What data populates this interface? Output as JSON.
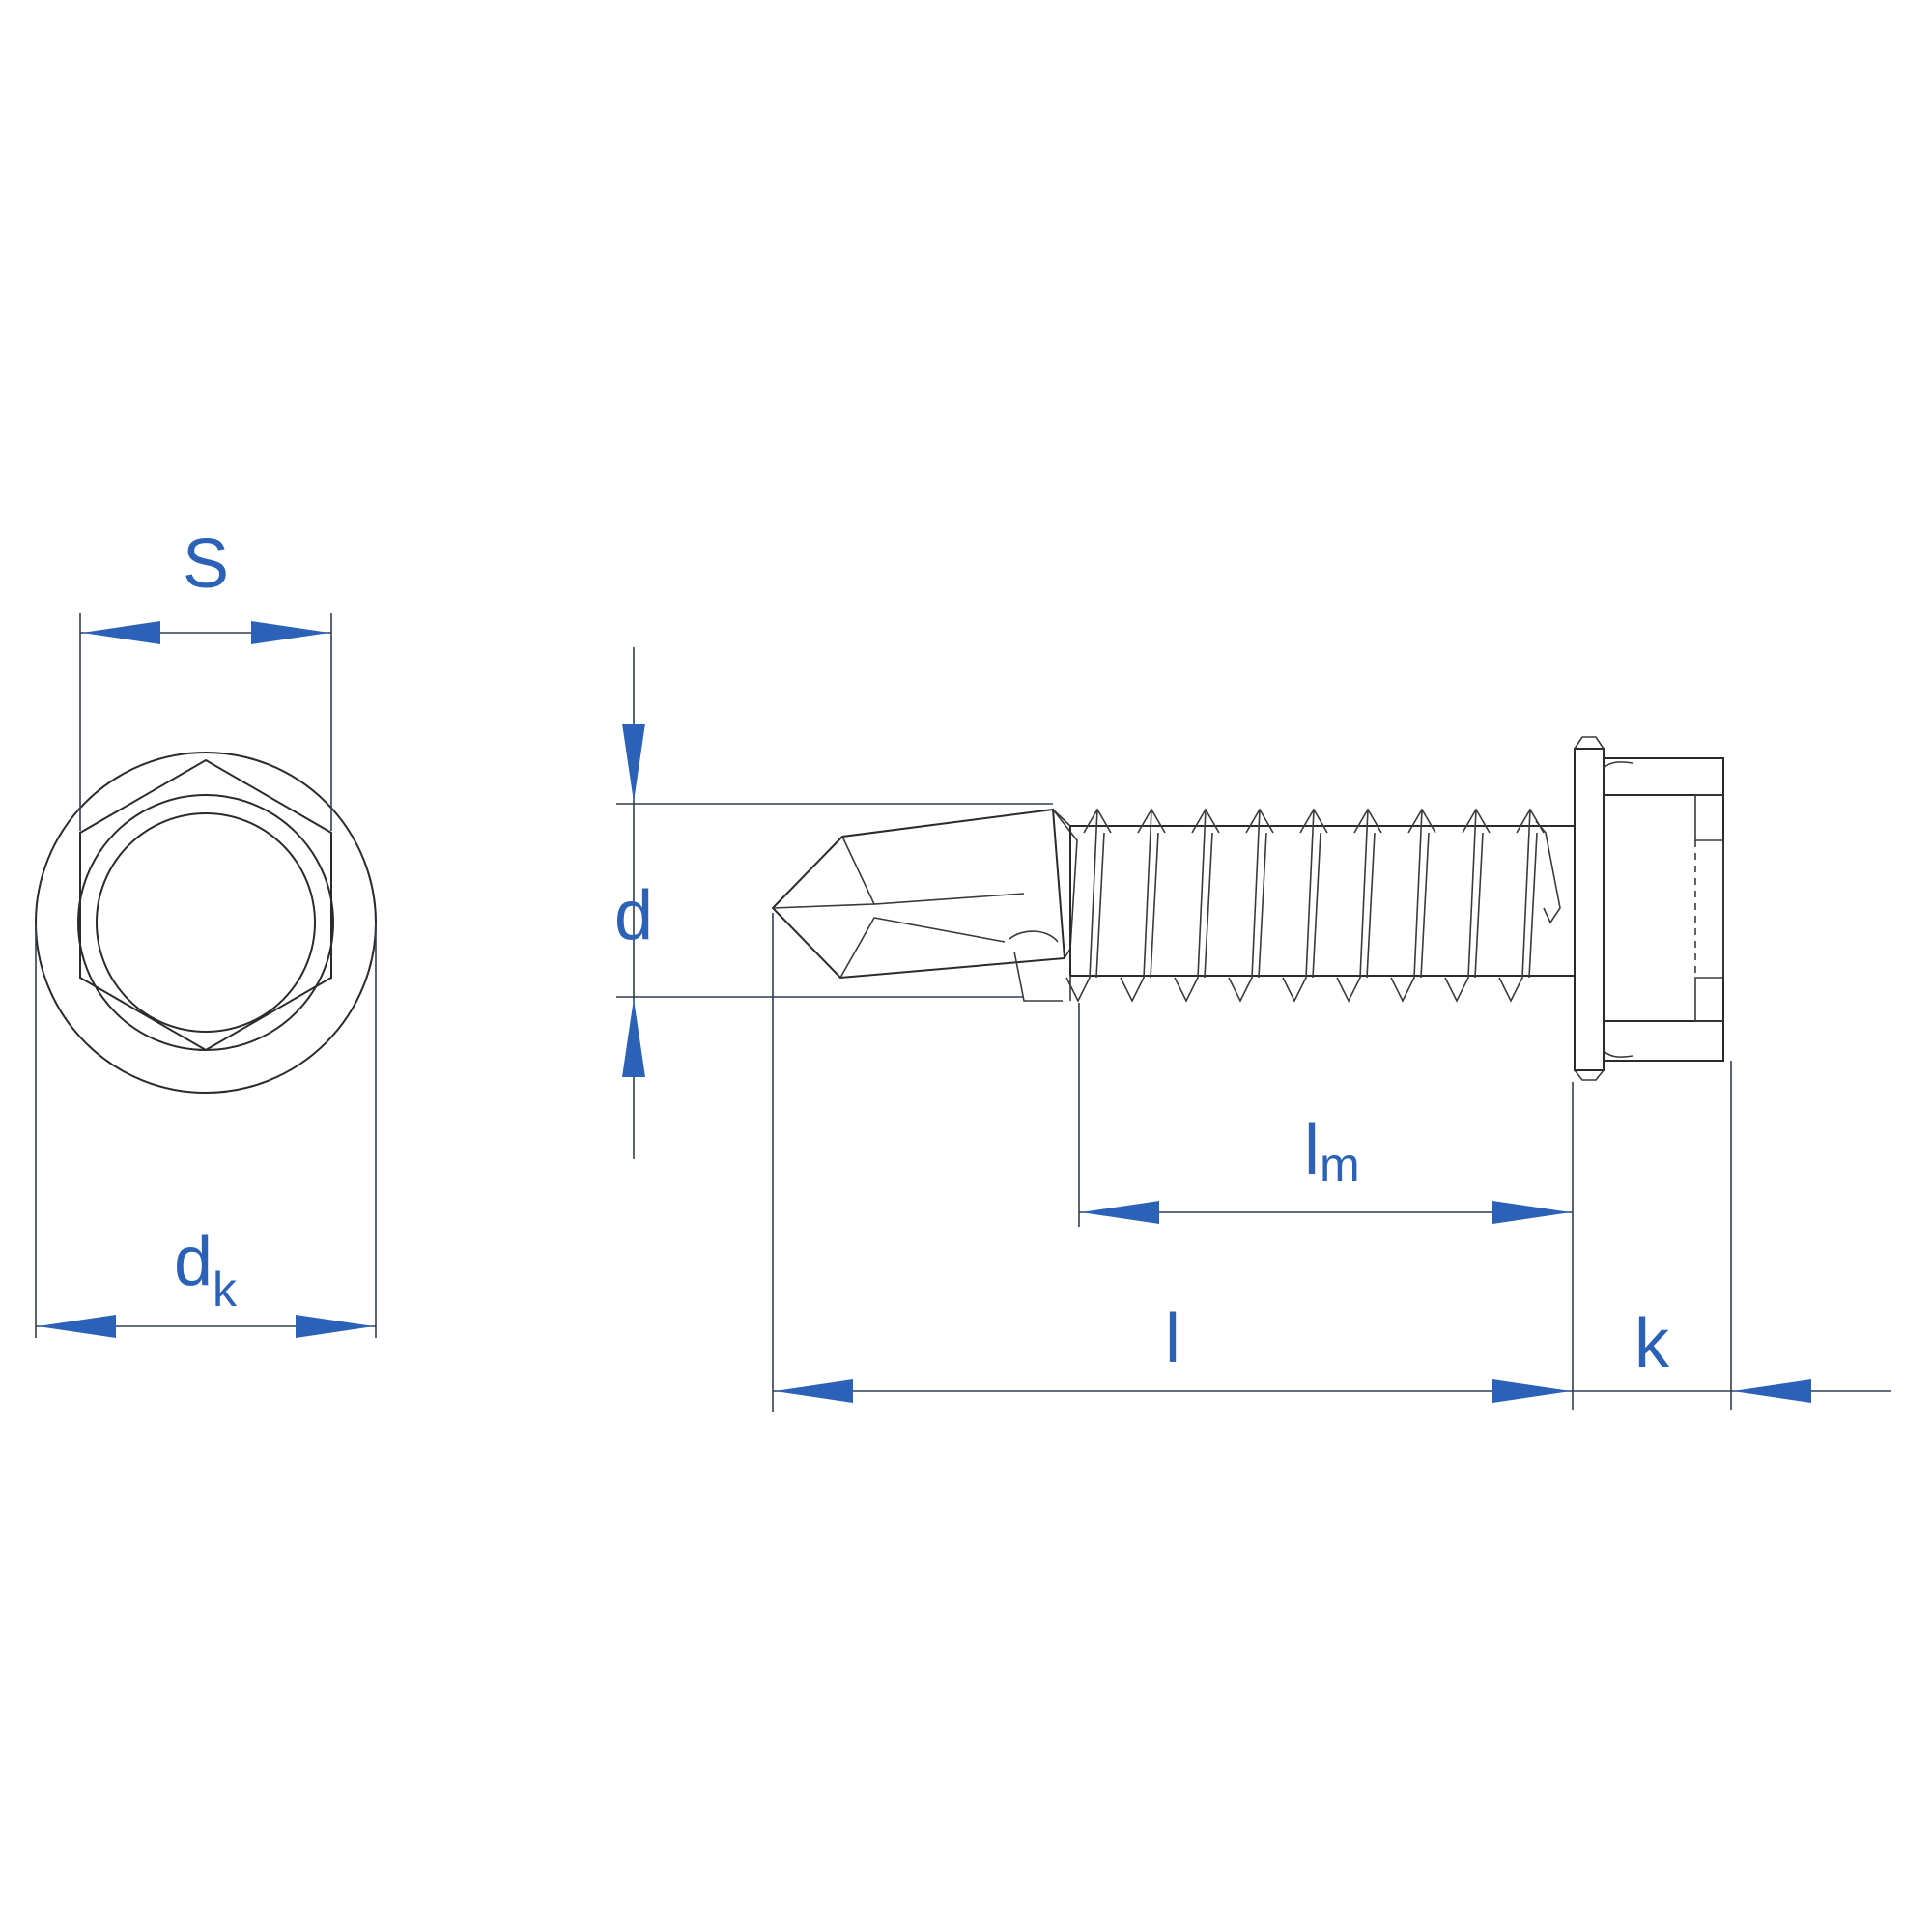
{
  "labels": {
    "s": "S",
    "dk_main": "d",
    "dk_sub": "k",
    "d": "d",
    "lm_main": "l",
    "lm_sub": "m",
    "l": "l",
    "k": "k"
  },
  "colors": {
    "line": "#2b2b2b",
    "dimension_line": "#2f3d52",
    "accent": "#2b62b8",
    "background": "#ffffff"
  }
}
